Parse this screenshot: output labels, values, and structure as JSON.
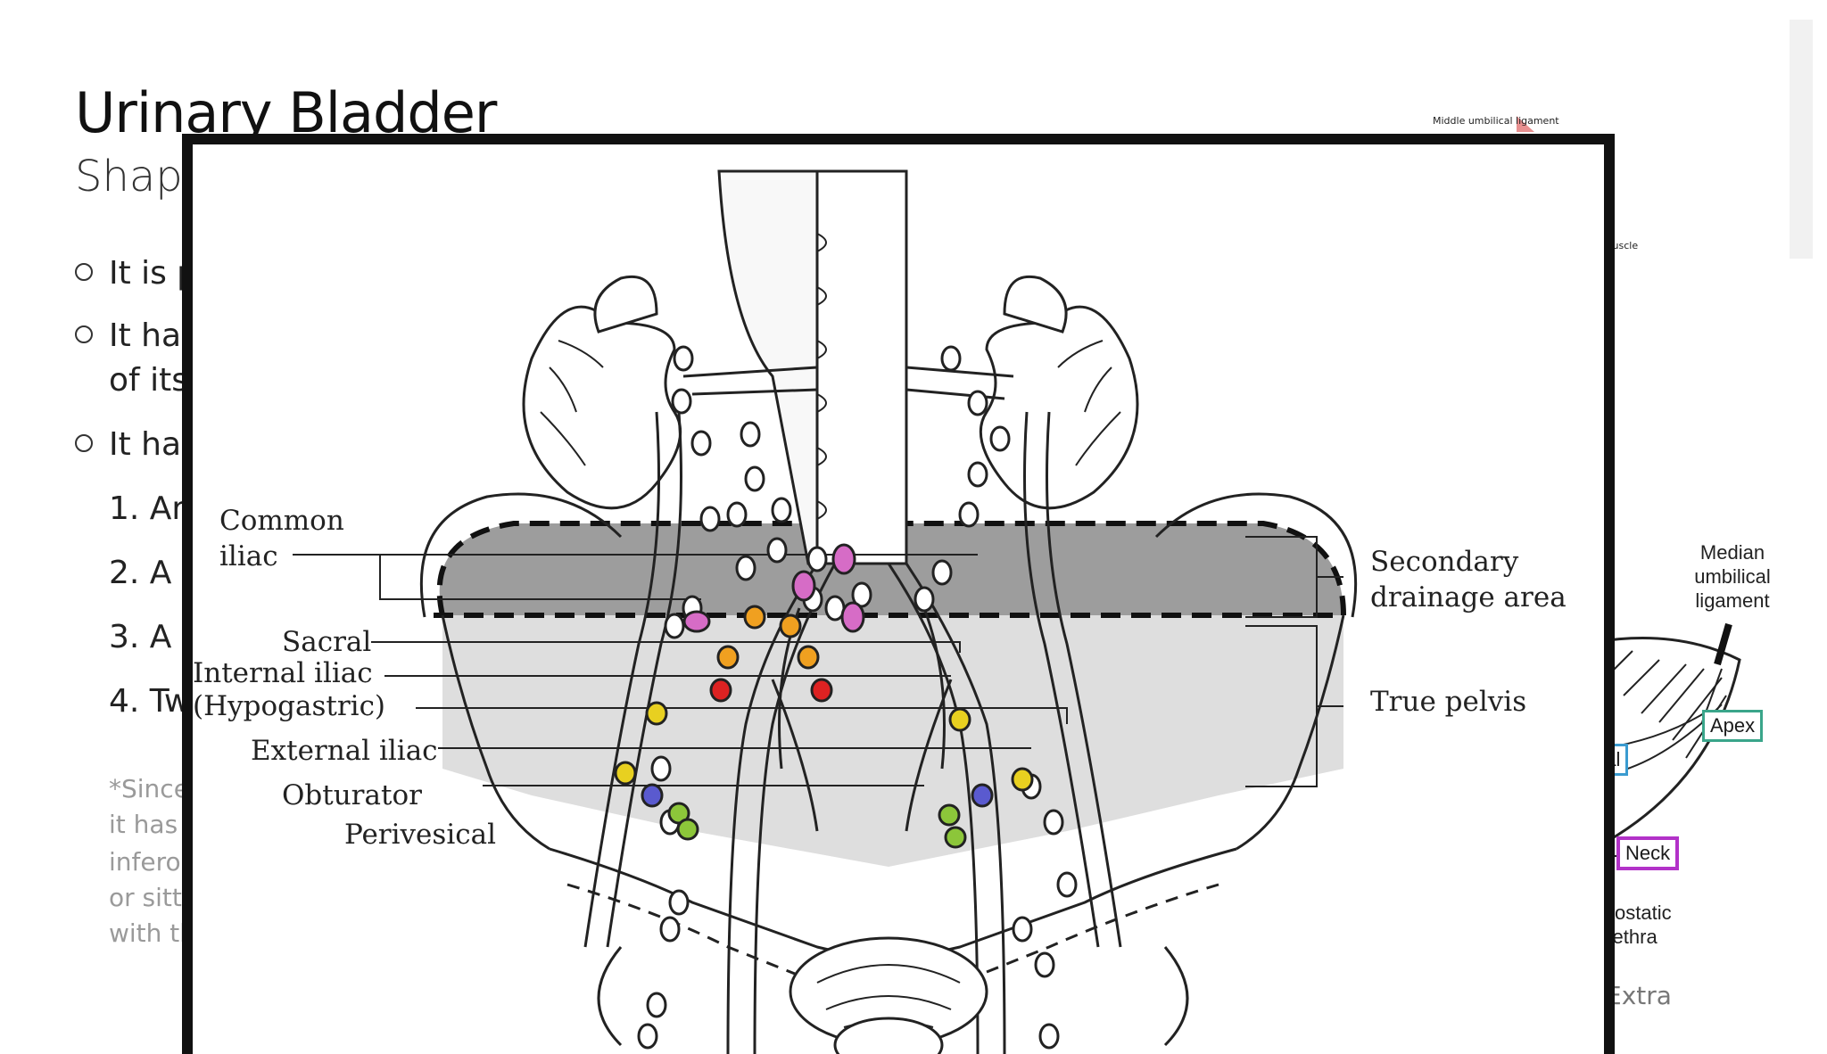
{
  "slide": {
    "title": "Urinary Bladder",
    "subtitle_fragment": "Shap",
    "bullets": [
      {
        "text": "It is",
        "bold_fragment": "p"
      },
      {
        "text": "It has",
        "cont": "of its"
      },
      {
        "text": "It has"
      }
    ],
    "numbered": [
      "1.  Ar",
      "2.  A",
      "3.  A",
      "4.  Tw"
    ],
    "note_lines": [
      "*Since",
      "it has",
      "infero",
      "or sitt",
      "with th"
    ],
    "extra_label": "Extra"
  },
  "background_figure": {
    "labels": {
      "median_umbilical": "Median umbilical ligament",
      "apex": "Apex",
      "lateral_fragment": "ral",
      "neck": "Neck",
      "prostatic_urethra": "Prostatic urethra",
      "middle_umbilical_fragment": "Middle umbilical ligament",
      "muscle_fragment": "r Muscle"
    },
    "colors": {
      "apex": "#3aa58a",
      "lateral": "#3a9bd0",
      "neck": "#b232c8"
    }
  },
  "diagram": {
    "left_labels": {
      "common_iliac_1": "Common",
      "common_iliac_2": "iliac",
      "sacral": "Sacral",
      "internal_iliac": "Internal iliac",
      "hypogastric": "(Hypogastric)",
      "external_iliac": "External iliac",
      "obturator": "Obturator",
      "perivesical": "Perivesical"
    },
    "right_labels": {
      "secondary_1": "Secondary",
      "secondary_2": "drainage area",
      "true_pelvis": "True pelvis"
    },
    "node_colors": {
      "common_iliac": "#d66cc6",
      "sacral": "#f0a020",
      "internal_iliac": "#dd2222",
      "external_iliac": "#e8d020",
      "obturator": "#5a5acf",
      "perivesical": "#8cc63a",
      "para_aortic": "#ffffff"
    }
  }
}
